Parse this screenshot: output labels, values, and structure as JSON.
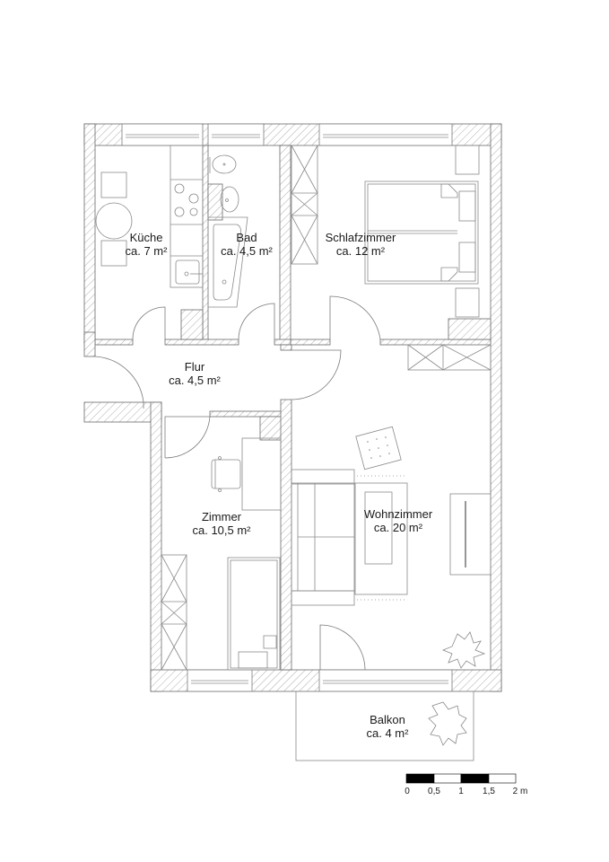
{
  "plan": {
    "rooms": [
      {
        "name": "Küche",
        "area": "ca. 7 m²"
      },
      {
        "name": "Bad",
        "area": "ca. 4,5 m²"
      },
      {
        "name": "Schlafzimmer",
        "area": "ca. 12 m²"
      },
      {
        "name": "Flur",
        "area": "ca. 4,5 m²"
      },
      {
        "name": "Zimmer",
        "area": "ca. 10,5 m²"
      },
      {
        "name": "Wohnzimmer",
        "area": "ca. 20 m²"
      },
      {
        "name": "Balkon",
        "area": "ca. 4 m²"
      }
    ]
  },
  "scale_bar": {
    "ticks": [
      "0",
      "0,5",
      "1",
      "1,5",
      "2 m"
    ]
  },
  "colors": {
    "line": "#6a6a6a",
    "text": "#1a1a1a",
    "scale_fill": "#000000"
  }
}
